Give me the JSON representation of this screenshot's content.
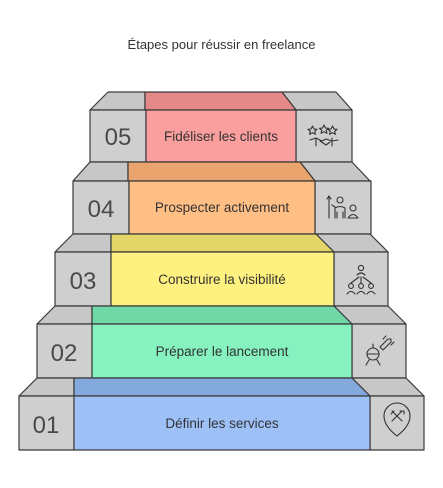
{
  "title": "Étapes pour réussir en freelance",
  "steps": [
    {
      "number": "01",
      "label": "Définir les services",
      "color": "#9dc1f7",
      "icon": "map-pin-tools-icon"
    },
    {
      "number": "02",
      "label": "Préparer le lancement",
      "color": "#86f2bf",
      "icon": "rocket-launch-icon"
    },
    {
      "number": "03",
      "label": "Construire la visibilité",
      "color": "#fef17f",
      "icon": "audience-network-icon"
    },
    {
      "number": "04",
      "label": "Prospecter activement",
      "color": "#ffbe84",
      "icon": "prospect-presentation-icon"
    },
    {
      "number": "05",
      "label": "Fidéliser les clients",
      "color": "#fa9e9e",
      "icon": "handshake-stars-icon"
    }
  ],
  "colors": {
    "side": "#cfcfcf",
    "top": "#c2c2c2",
    "outline": "#3a3a3a"
  }
}
